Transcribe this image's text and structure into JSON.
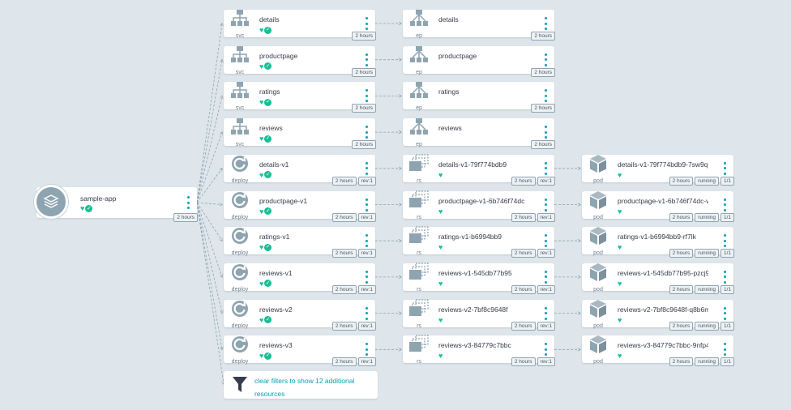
{
  "app": {
    "name": "sample-app",
    "icon": "layers-icon",
    "age": "2 hours",
    "health": [
      "heart-icon",
      "check-circle-icon"
    ]
  },
  "filter": {
    "label": "clear filters to show 12 additional resources",
    "icon": "filter-icon"
  },
  "colors": {
    "background": "#dee6eb",
    "healthy": "#18be94",
    "accent": "#00a2b3",
    "icon_gray": "#8fa4b1"
  },
  "columns": {
    "c1": [
      {
        "id": "svc-details",
        "kind": "svc",
        "icon": "service-icon",
        "name": "details",
        "health": [
          "heart",
          "check"
        ],
        "tags": [
          "2 hours"
        ]
      },
      {
        "id": "svc-productpage",
        "kind": "svc",
        "icon": "service-icon",
        "name": "productpage",
        "health": [
          "heart",
          "check"
        ],
        "tags": [
          "2 hours"
        ]
      },
      {
        "id": "svc-ratings",
        "kind": "svc",
        "icon": "service-icon",
        "name": "ratings",
        "health": [
          "heart",
          "check"
        ],
        "tags": [
          "2 hours"
        ]
      },
      {
        "id": "svc-reviews",
        "kind": "svc",
        "icon": "service-icon",
        "name": "reviews",
        "health": [
          "heart",
          "check"
        ],
        "tags": [
          "2 hours"
        ]
      },
      {
        "id": "deploy-details-v1",
        "kind": "deploy",
        "icon": "deploy-icon",
        "name": "details-v1",
        "health": [
          "heart",
          "check"
        ],
        "tags": [
          "2 hours",
          "rev:1"
        ]
      },
      {
        "id": "deploy-productpage-v1",
        "kind": "deploy",
        "icon": "deploy-icon",
        "name": "productpage-v1",
        "health": [
          "heart",
          "check"
        ],
        "tags": [
          "2 hours",
          "rev:1"
        ]
      },
      {
        "id": "deploy-ratings-v1",
        "kind": "deploy",
        "icon": "deploy-icon",
        "name": "ratings-v1",
        "health": [
          "heart",
          "check"
        ],
        "tags": [
          "2 hours",
          "rev:1"
        ]
      },
      {
        "id": "deploy-reviews-v1",
        "kind": "deploy",
        "icon": "deploy-icon",
        "name": "reviews-v1",
        "health": [
          "heart",
          "check"
        ],
        "tags": [
          "2 hours",
          "rev:1"
        ]
      },
      {
        "id": "deploy-reviews-v2",
        "kind": "deploy",
        "icon": "deploy-icon",
        "name": "reviews-v2",
        "health": [
          "heart",
          "check"
        ],
        "tags": [
          "2 hours",
          "rev:1"
        ]
      },
      {
        "id": "deploy-reviews-v3",
        "kind": "deploy",
        "icon": "deploy-icon",
        "name": "reviews-v3",
        "health": [
          "heart",
          "check"
        ],
        "tags": [
          "2 hours",
          "rev:1"
        ]
      }
    ],
    "c2": [
      {
        "id": "ep-details",
        "kind": "ep",
        "icon": "endpoint-icon",
        "name": "details",
        "health": [],
        "tags": [
          "2 hours"
        ]
      },
      {
        "id": "ep-productpage",
        "kind": "ep",
        "icon": "endpoint-icon",
        "name": "productpage",
        "health": [],
        "tags": [
          "2 hours"
        ]
      },
      {
        "id": "ep-ratings",
        "kind": "ep",
        "icon": "endpoint-icon",
        "name": "ratings",
        "health": [],
        "tags": [
          "2 hours"
        ]
      },
      {
        "id": "ep-reviews",
        "kind": "ep",
        "icon": "endpoint-icon",
        "name": "reviews",
        "health": [],
        "tags": [
          "2 hours"
        ]
      },
      {
        "id": "rs-details",
        "kind": "rs",
        "icon": "replicaset-icon",
        "name": "details-v1-79f774bdb9",
        "health": [
          "heart"
        ],
        "tags": [
          "2 hours",
          "rev:1"
        ]
      },
      {
        "id": "rs-productpage",
        "kind": "rs",
        "icon": "replicaset-icon",
        "name": "productpage-v1-6b746f74dc",
        "health": [
          "heart"
        ],
        "tags": [
          "2 hours",
          "rev:1"
        ]
      },
      {
        "id": "rs-ratings",
        "kind": "rs",
        "icon": "replicaset-icon",
        "name": "ratings-v1-b6994bb9",
        "health": [
          "heart"
        ],
        "tags": [
          "2 hours",
          "rev:1"
        ]
      },
      {
        "id": "rs-reviews-v1",
        "kind": "rs",
        "icon": "replicaset-icon",
        "name": "reviews-v1-545db77b95",
        "health": [
          "heart"
        ],
        "tags": [
          "2 hours",
          "rev:1"
        ]
      },
      {
        "id": "rs-reviews-v2",
        "kind": "rs",
        "icon": "replicaset-icon",
        "name": "reviews-v2-7bf8c9648f",
        "health": [
          "heart"
        ],
        "tags": [
          "2 hours",
          "rev:1"
        ]
      },
      {
        "id": "rs-reviews-v3",
        "kind": "rs",
        "icon": "replicaset-icon",
        "name": "reviews-v3-84779c7bbc",
        "health": [
          "heart"
        ],
        "tags": [
          "2 hours",
          "rev:1"
        ]
      }
    ],
    "c3": [
      {
        "id": "pod-details",
        "kind": "pod",
        "icon": "pod-icon",
        "name": "details-v1-79f774bdb9-7sw9q",
        "health": [
          "heart"
        ],
        "tags": [
          "2 hours",
          "running",
          "1/1"
        ]
      },
      {
        "id": "pod-productpage",
        "kind": "pod",
        "icon": "pod-icon",
        "name": "productpage-v1-6b746f74dc-v...",
        "health": [
          "heart"
        ],
        "tags": [
          "2 hours",
          "running",
          "1/1"
        ]
      },
      {
        "id": "pod-ratings",
        "kind": "pod",
        "icon": "pod-icon",
        "name": "ratings-v1-b6994bb9-rf7lk",
        "health": [
          "heart"
        ],
        "tags": [
          "2 hours",
          "running",
          "1/1"
        ]
      },
      {
        "id": "pod-reviews-v1",
        "kind": "pod",
        "icon": "pod-icon",
        "name": "reviews-v1-545db77b95-pzcj9",
        "health": [
          "heart"
        ],
        "tags": [
          "2 hours",
          "running",
          "1/1"
        ]
      },
      {
        "id": "pod-reviews-v2",
        "kind": "pod",
        "icon": "pod-icon",
        "name": "reviews-v2-7bf8c9648f-q8b6m",
        "health": [
          "heart"
        ],
        "tags": [
          "2 hours",
          "running",
          "1/1"
        ]
      },
      {
        "id": "pod-reviews-v3",
        "kind": "pod",
        "icon": "pod-icon",
        "name": "reviews-v3-84779c7bbc-9nfp4",
        "health": [
          "heart"
        ],
        "tags": [
          "2 hours",
          "running",
          "1/1"
        ]
      }
    ]
  }
}
